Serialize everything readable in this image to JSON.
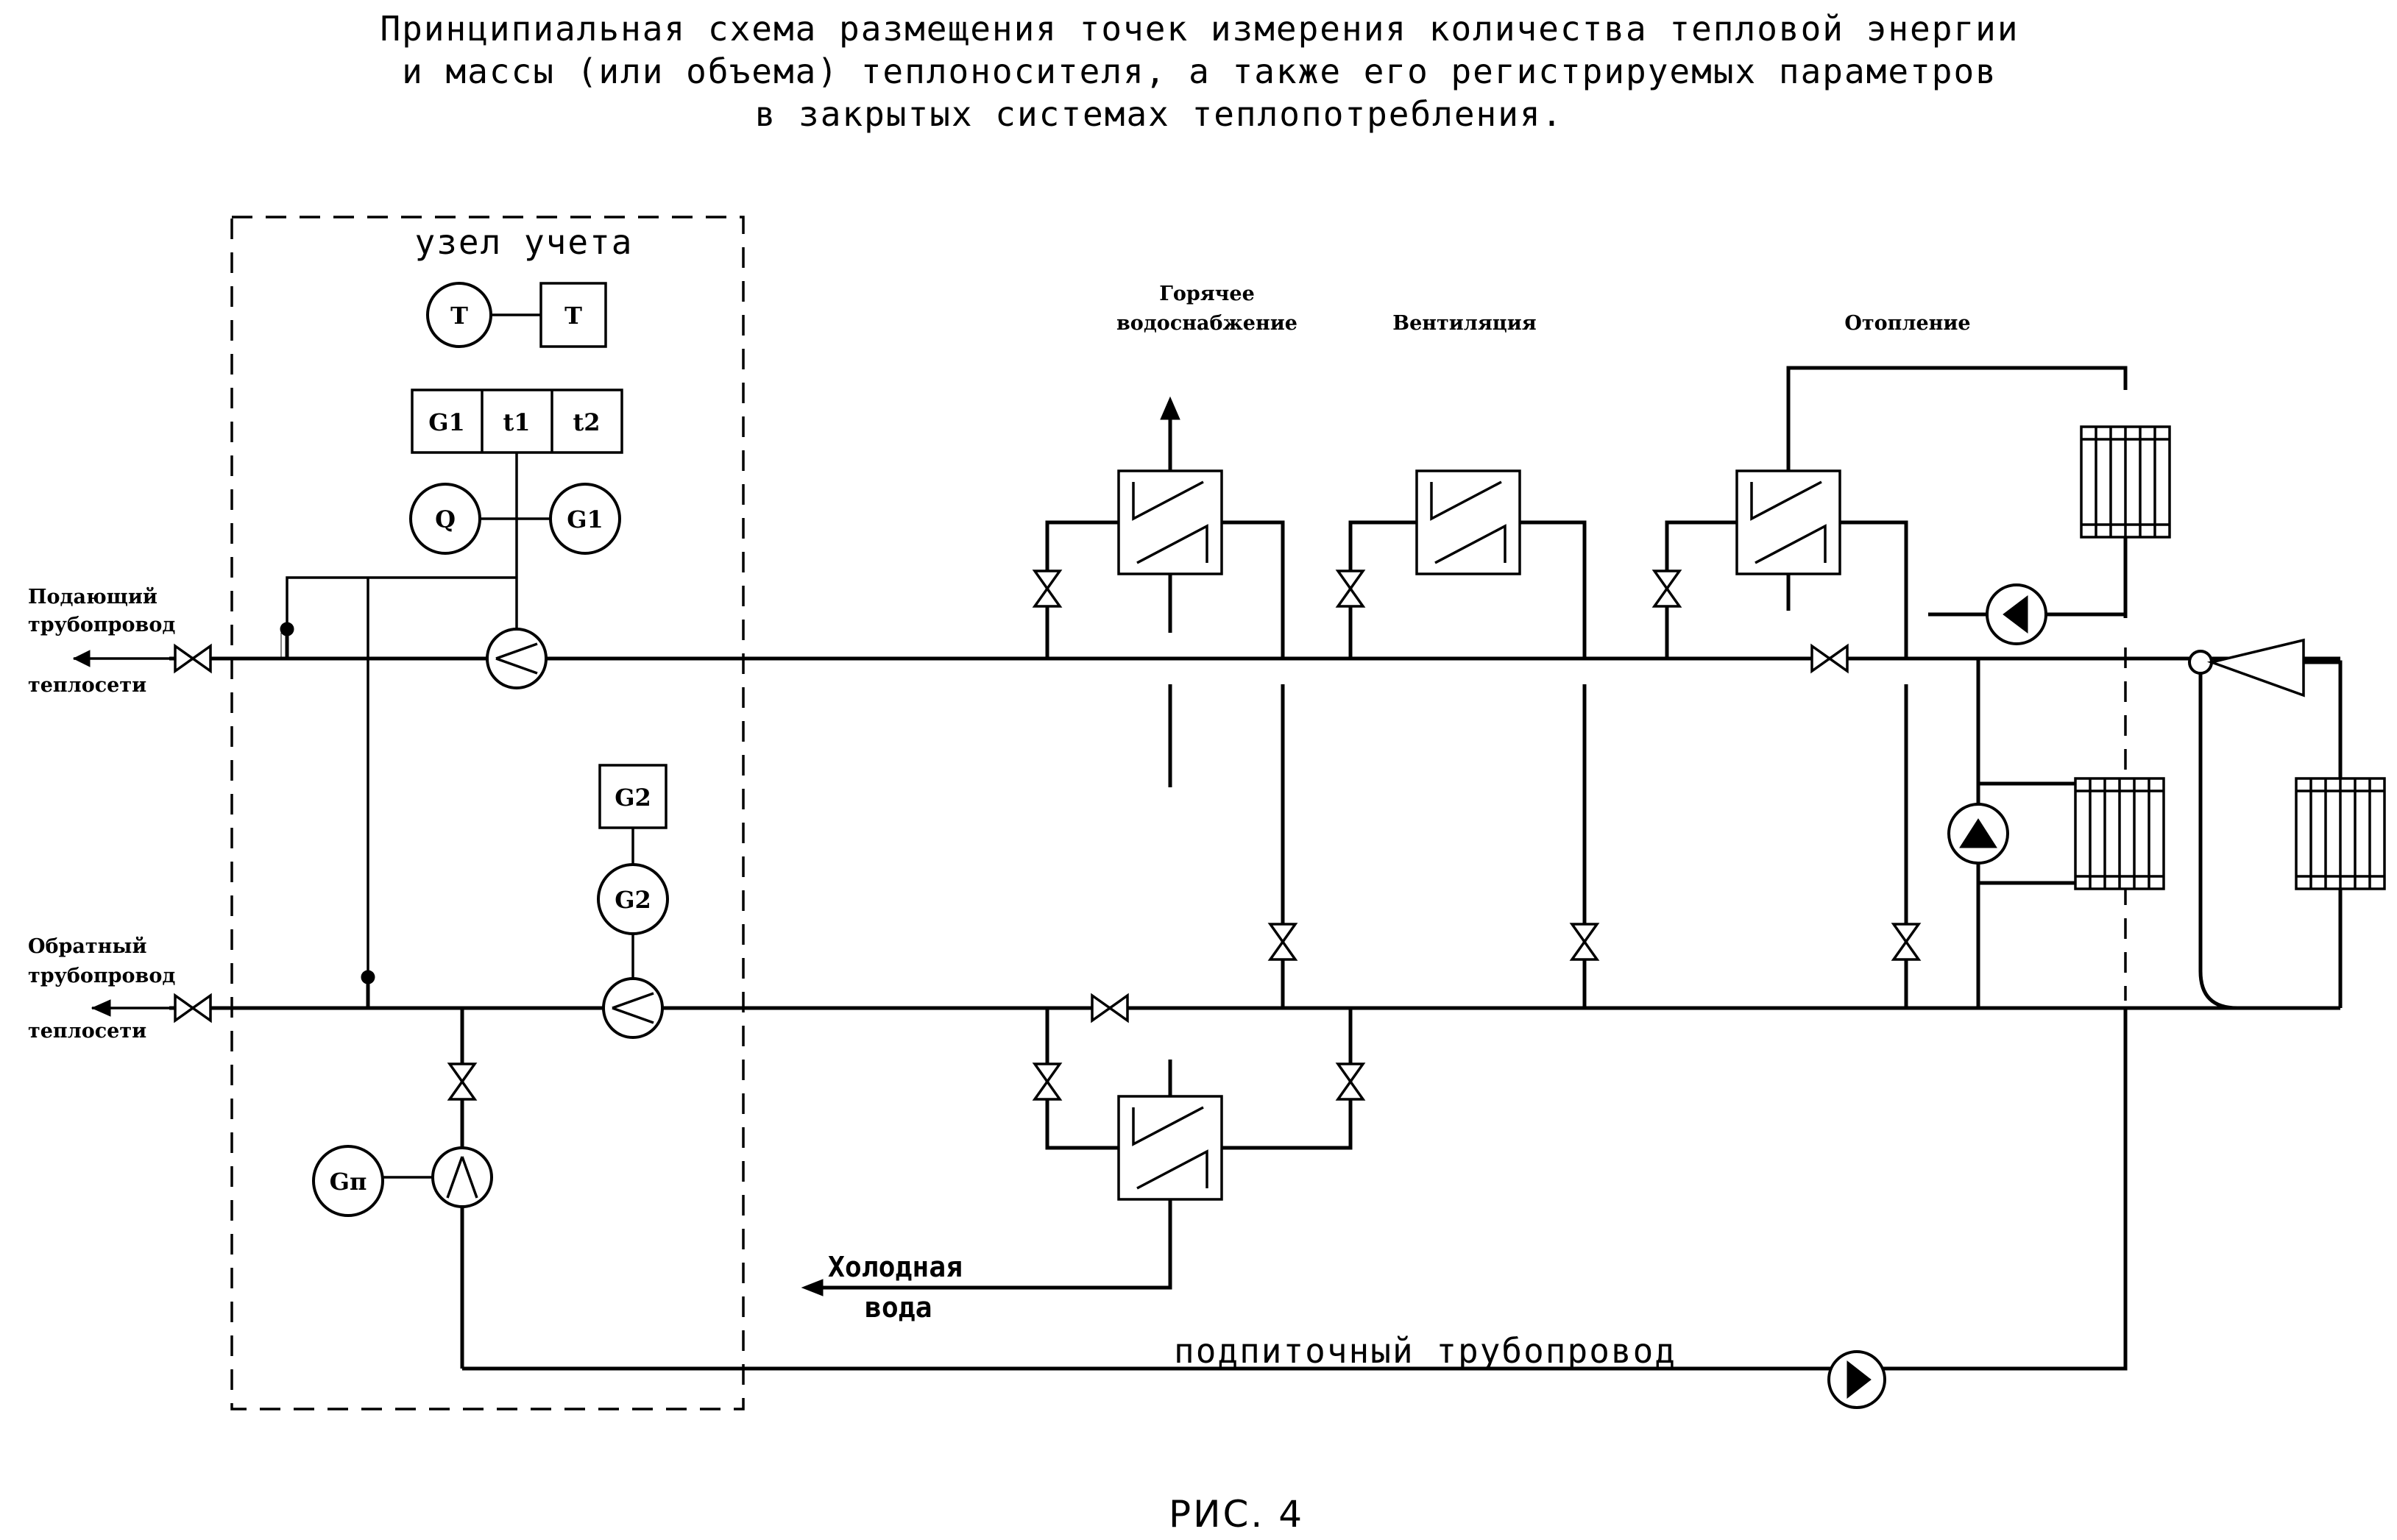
{
  "title_lines": [
    "Принципиальная схема размещения точек измерения количества тепловой энергии",
    "и массы (или объема) теплоносителя, а также его регистрируемых параметров",
    "в закрытых системах теплопотребления."
  ],
  "metering_unit": {
    "label": "узел учета"
  },
  "instruments": {
    "t_circle": "T",
    "t_box": "T",
    "reg_g1": "G1",
    "reg_t1": "t1",
    "reg_t2": "t2",
    "q": "Q",
    "g1": "G1",
    "g2_box": "G2",
    "g2_circle": "G2",
    "gp": "Gп"
  },
  "consumers": {
    "hot_water_1": "Горячее",
    "hot_water_2": "водоснабжение",
    "ventilation": "Вентиляция",
    "heating": "Отопление"
  },
  "pipes": {
    "supply": [
      "Подающий",
      "трубопровод",
      "теплосети"
    ],
    "return": [
      "Обратный",
      "трубопровод",
      "теплосети"
    ],
    "cold_water": [
      "Холодная",
      "вода"
    ],
    "makeup": "подпиточный трубопровод"
  },
  "figure_caption": "РИС. 4"
}
